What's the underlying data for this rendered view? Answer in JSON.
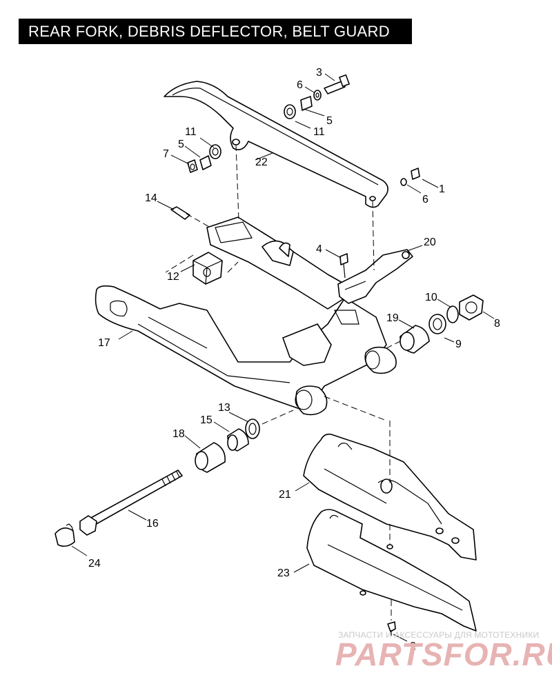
{
  "title": "REAR FORK, DEBRIS DEFLECTOR, BELT GUARD",
  "callouts": {
    "c1": "1",
    "c2": "2",
    "c3": "3",
    "c4": "4",
    "c5a": "5",
    "c5b": "5",
    "c6a": "6",
    "c6b": "6",
    "c7": "7",
    "c8": "8",
    "c9": "9",
    "c10": "10",
    "c11a": "11",
    "c11b": "11",
    "c12": "12",
    "c13": "13",
    "c14": "14",
    "c15": "15",
    "c16": "16",
    "c17": "17",
    "c18": "18",
    "c19": "19",
    "c20": "20",
    "c21": "21",
    "c22": "22",
    "c23": "23",
    "c24": "24"
  },
  "watermark": {
    "tagline": "ЗАПЧАСТИ И АКСЕССУАРЫ ДЛЯ МОТОТЕХНИКИ",
    "brand": "PARTSFOR.RU"
  }
}
